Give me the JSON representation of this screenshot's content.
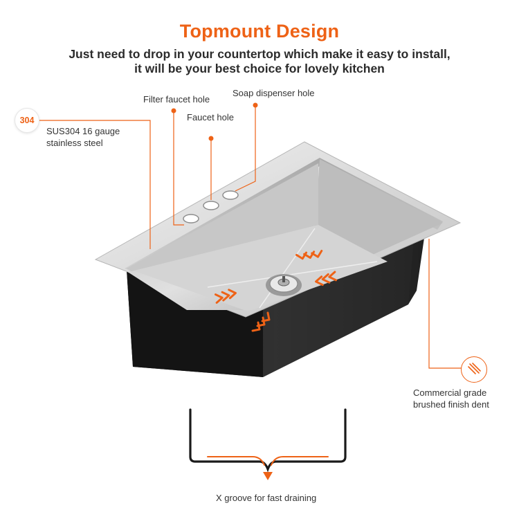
{
  "header": {
    "title": "Topmount Design",
    "subtitle_line1": "Just need to drop in your countertop which make it easy to install,",
    "subtitle_line2": "it will be your best choice for lovely kitchen"
  },
  "callouts": {
    "material_badge": "304",
    "material_line1": "SUS304 16 gauge",
    "material_line2": "stainless steel",
    "filter_faucet_hole": "Filter faucet hole",
    "faucet_hole": "Faucet hole",
    "soap_dispenser_hole": "Soap dispenser hole",
    "finish_line1": "Commercial grade",
    "finish_line2": "brushed finish dent",
    "x_groove": "X groove for fast draining"
  },
  "colors": {
    "accent": "#ee6216",
    "text": "#2b2b2b"
  },
  "icons": {
    "material": "304-badge-icon",
    "finish": "brushed-lines-icon",
    "drain": "drain-strainer-icon"
  }
}
